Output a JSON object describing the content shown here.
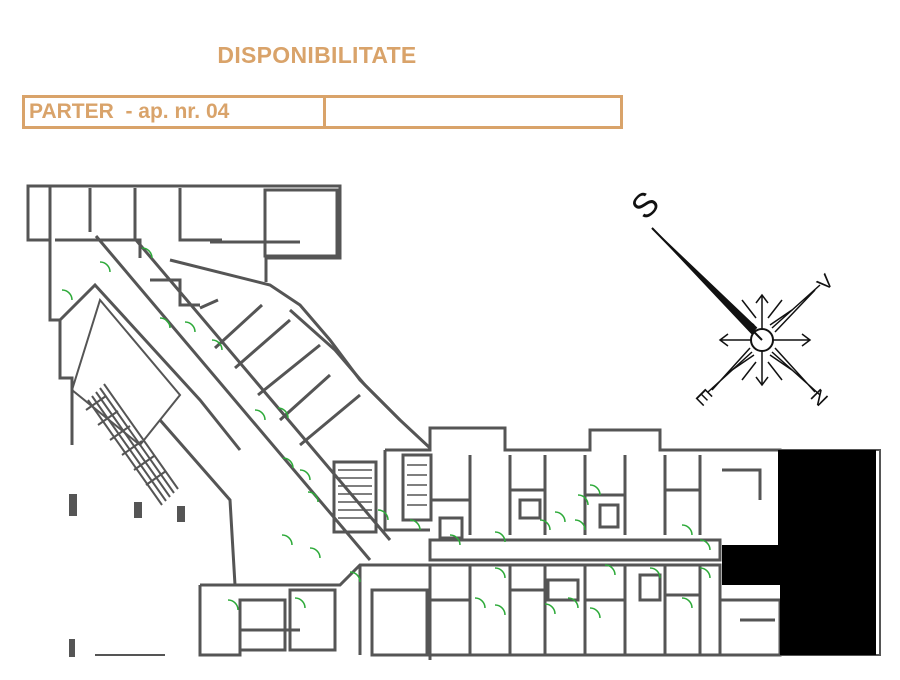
{
  "header": {
    "title": "DISPONIBILITATE",
    "unit_label": "PARTER  - ap. nr. 04",
    "unit_value": ""
  },
  "compass": {
    "labels": [
      "S",
      "V",
      "N",
      "E"
    ]
  },
  "colors": {
    "accent": "#D9A36A",
    "walls": "#555555",
    "doors": "#2EAA3A",
    "selected_unit": "#000000"
  },
  "icons": [
    "compass-rose-icon"
  ]
}
